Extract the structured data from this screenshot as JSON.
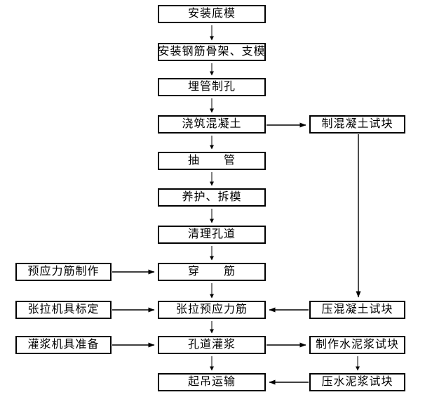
{
  "diagram": {
    "type": "flowchart",
    "background_color": "#ffffff",
    "box_border_color": "#000000",
    "text_color": "#000000",
    "arrow_color": "#000000",
    "nodes": {
      "main": [
        {
          "id": "n1",
          "label": "安装底模"
        },
        {
          "id": "n2",
          "label": "安装钢筋骨架、支模"
        },
        {
          "id": "n3",
          "label": "埋管制孔"
        },
        {
          "id": "n4",
          "label": "浇筑混凝土"
        },
        {
          "id": "n5",
          "label": "抽　　管"
        },
        {
          "id": "n6",
          "label": "养护、拆模"
        },
        {
          "id": "n7",
          "label": "清理孔道"
        },
        {
          "id": "n8",
          "label": "穿　　筋"
        },
        {
          "id": "n9",
          "label": "张拉预应力筋"
        },
        {
          "id": "n10",
          "label": "孔道灌浆"
        },
        {
          "id": "n11",
          "label": "起吊运输"
        }
      ],
      "left": [
        {
          "id": "l1",
          "label": "预应力筋制作"
        },
        {
          "id": "l2",
          "label": "张拉机具标定"
        },
        {
          "id": "l3",
          "label": "灌浆机具准备"
        }
      ],
      "right": [
        {
          "id": "r1",
          "label": "制混凝土试块"
        },
        {
          "id": "r2",
          "label": "压混凝土试块"
        },
        {
          "id": "r3",
          "label": "制作水泥浆试块"
        },
        {
          "id": "r4",
          "label": "压水泥浆试块"
        }
      ]
    },
    "edges": [
      {
        "from": "安装底模",
        "to": "安装钢筋骨架、支模"
      },
      {
        "from": "安装钢筋骨架、支模",
        "to": "埋管制孔"
      },
      {
        "from": "埋管制孔",
        "to": "浇筑混凝土"
      },
      {
        "from": "浇筑混凝土",
        "to": "抽管"
      },
      {
        "from": "抽管",
        "to": "养护、拆模"
      },
      {
        "from": "养护、拆模",
        "to": "清理孔道"
      },
      {
        "from": "清理孔道",
        "to": "穿筋"
      },
      {
        "from": "穿筋",
        "to": "张拉预应力筋"
      },
      {
        "from": "张拉预应力筋",
        "to": "孔道灌浆"
      },
      {
        "from": "孔道灌浆",
        "to": "起吊运输"
      },
      {
        "from": "浇筑混凝土",
        "to": "制混凝土试块"
      },
      {
        "from": "制混凝土试块",
        "to": "压混凝土试块"
      },
      {
        "from": "压混凝土试块",
        "to": "张拉预应力筋"
      },
      {
        "from": "预应力筋制作",
        "to": "穿筋"
      },
      {
        "from": "张拉机具标定",
        "to": "张拉预应力筋"
      },
      {
        "from": "灌浆机具准备",
        "to": "孔道灌浆"
      },
      {
        "from": "孔道灌浆",
        "to": "制作水泥浆试块"
      },
      {
        "from": "制作水泥浆试块",
        "to": "压水泥浆试块"
      },
      {
        "from": "压水泥浆试块",
        "to": "起吊运输"
      }
    ]
  }
}
